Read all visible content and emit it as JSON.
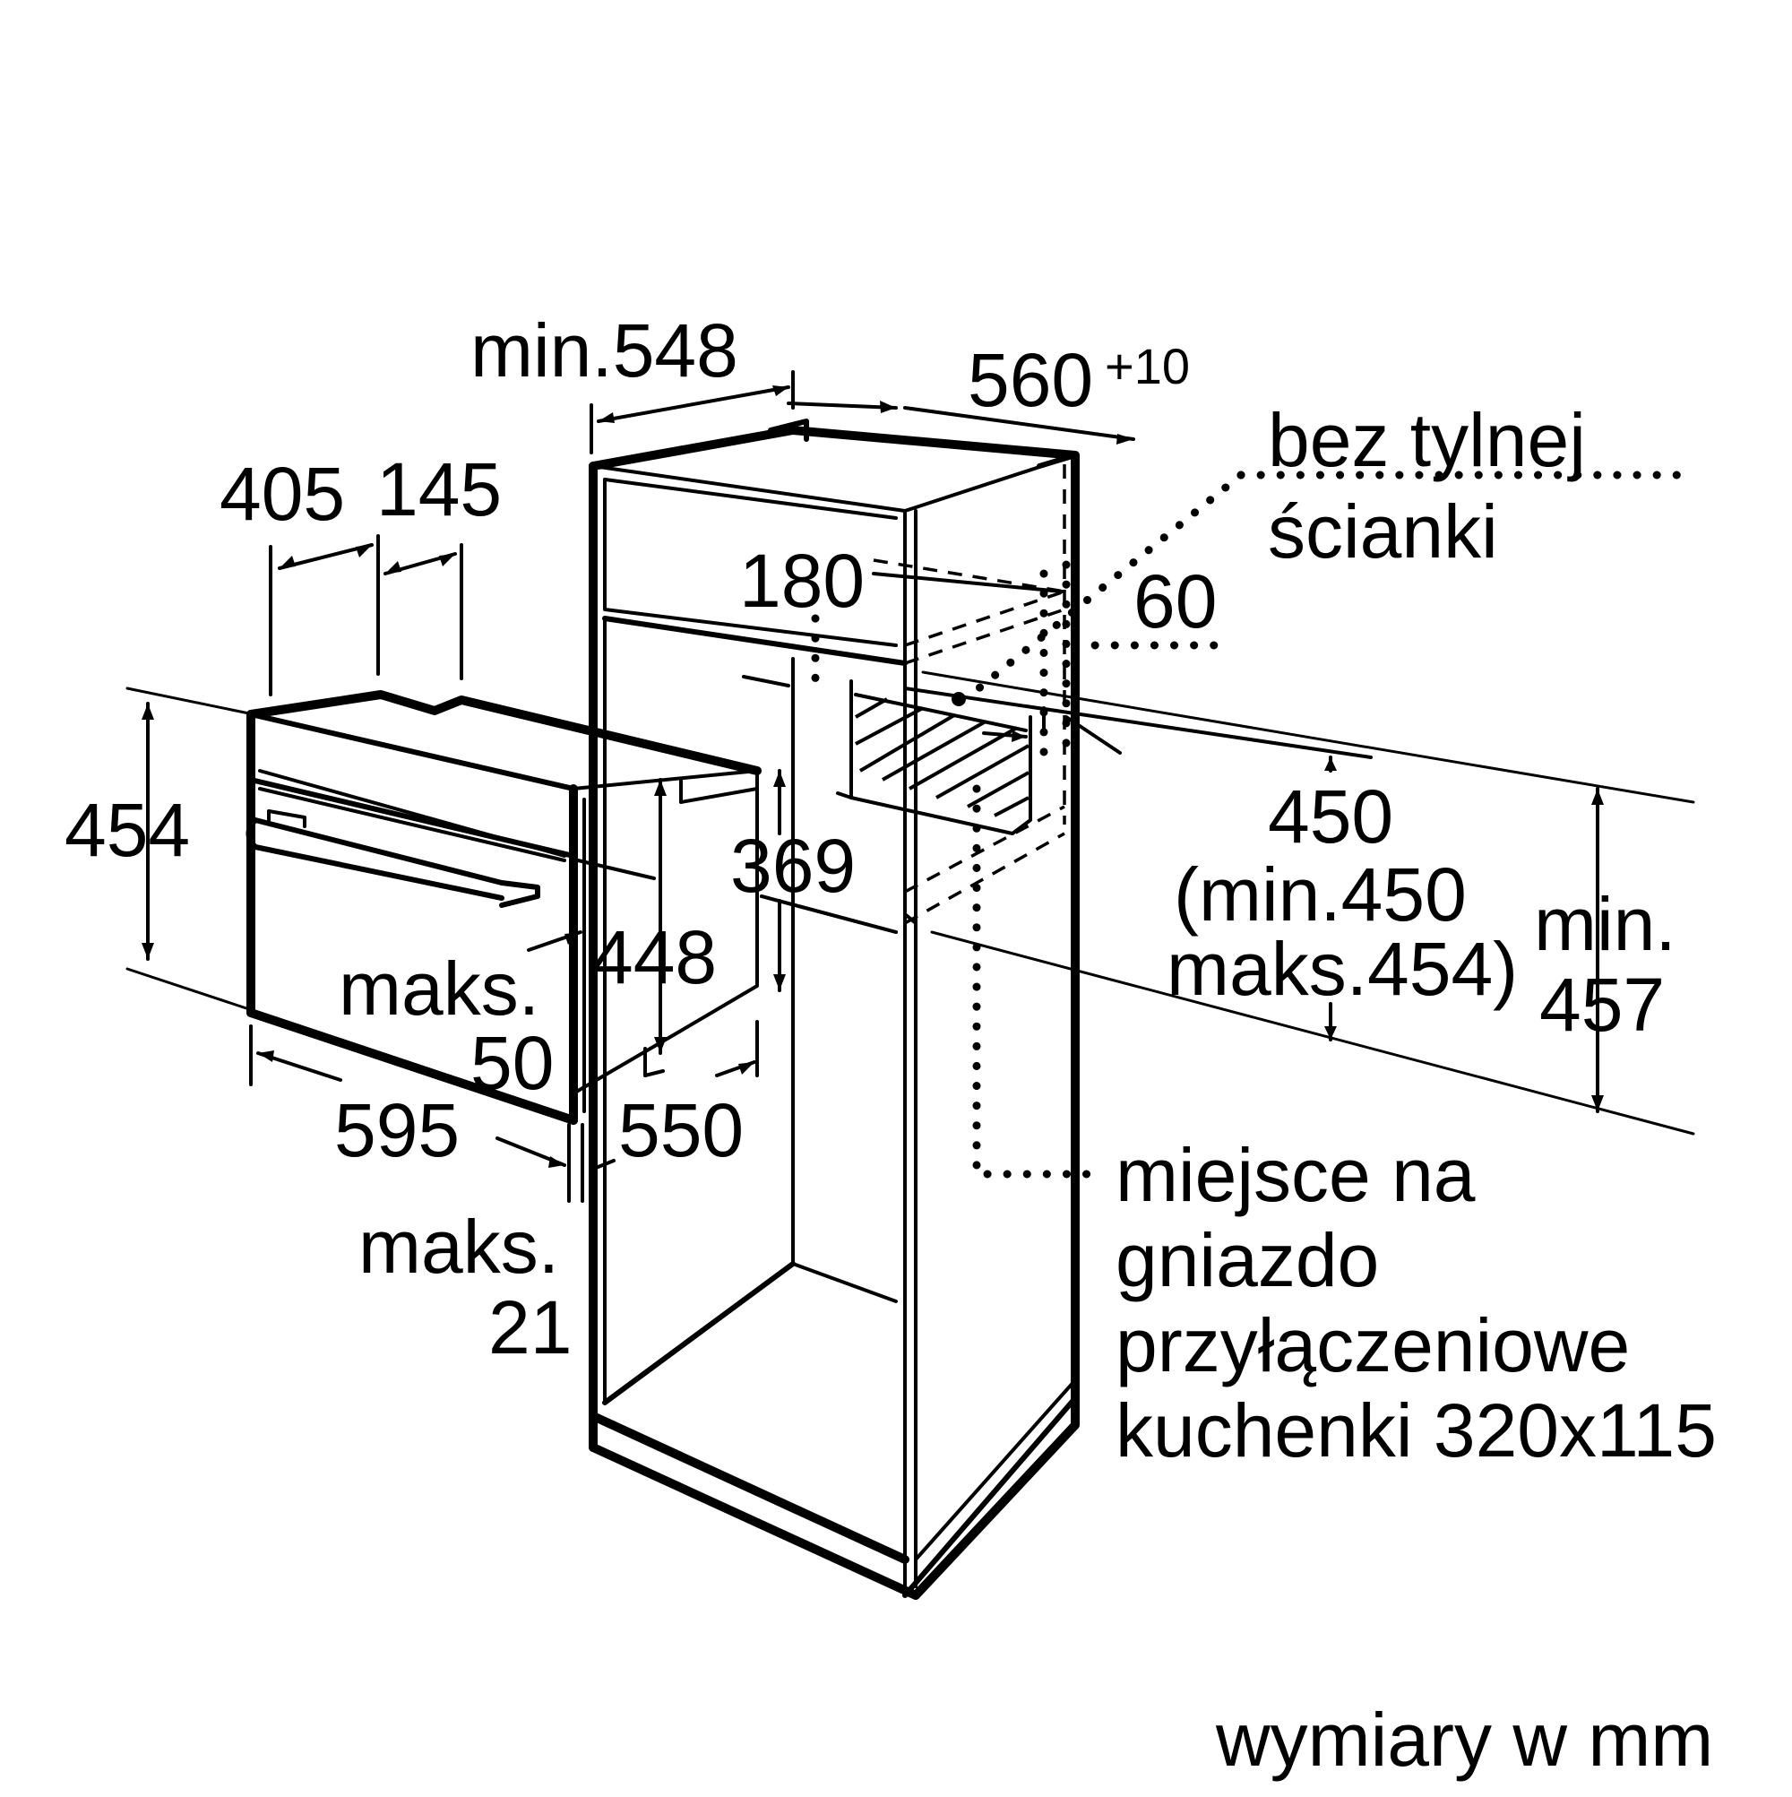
{
  "dimensions": {
    "min_548": "min.548",
    "d560": "560",
    "d560_tol": "+10",
    "d405": "405",
    "d145": "145",
    "d180": "180",
    "d60": "60",
    "d454": "454",
    "d369": "369",
    "d448": "448",
    "maks": "maks.",
    "d50": "50",
    "d595": "595",
    "d550": "550",
    "maks2": "maks.",
    "d21": "21",
    "d450": "450",
    "min450": "(min.450",
    "maks454": "maks.454)",
    "min_label": "min.",
    "d457": "457"
  },
  "notes": {
    "no_back_wall_1": "bez tylnej",
    "no_back_wall_2": "ścianki",
    "socket_1": "miejsce na",
    "socket_2": "gniazdo",
    "socket_3": "przyłączeniowe",
    "socket_4": "kuchenki 320x115"
  },
  "footer": {
    "units": "wymiary w mm"
  }
}
